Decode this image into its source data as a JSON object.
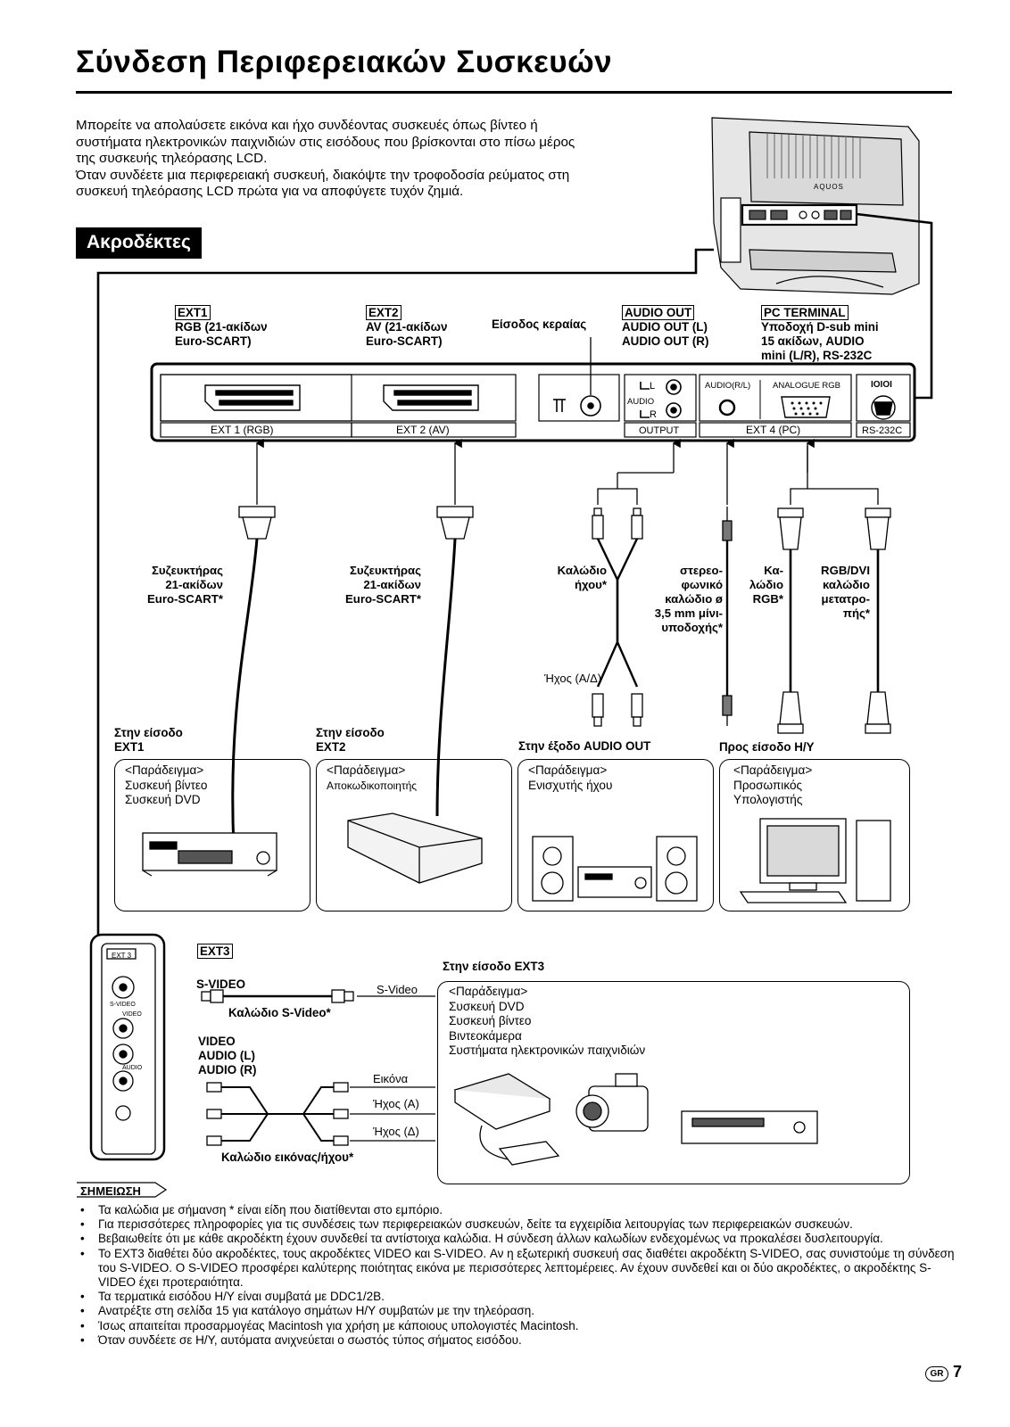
{
  "page": {
    "title": "Σύνδεση Περιφερειακών Συσκευών",
    "intro": [
      "Μπορείτε να απολαύσετε εικόνα και ήχο συνδέοντας συσκευές όπως βίντεο ή συστήματα ηλεκτρονικών παιχνιδιών στις εισόδους που βρίσκονται στο πίσω μέρος της συσκευής τηλεόρασης LCD.",
      "Όταν συνδέετε μια περιφερειακή συσκευή, διακόψτε την τροφοδοσία ρεύματος στη συσκευή τηλεόρασης LCD πρώτα για να αποφύγετε τυχόν ζημιά."
    ],
    "section_title": "Ακροδέκτες",
    "tv_brand": "AQUOS",
    "page_number": "7",
    "lang_badge": "GR"
  },
  "terminals": {
    "ext1": {
      "name": "EXT1",
      "l1": "RGB (21-ακίδων",
      "l2": "Euro-SCART)"
    },
    "ext2": {
      "name": "EXT2",
      "l1": "AV (21-ακίδων",
      "l2": "Euro-SCART)"
    },
    "antenna": "Είσοδος κεραίας",
    "audio_out": {
      "name": "AUDIO OUT",
      "l1": "AUDIO OUT (L)",
      "l2": "AUDIO OUT (R)"
    },
    "pc_terminal": {
      "name": "PC TERMINAL",
      "l1": "Υποδοχή D-sub mini",
      "l2": "15 ακίδων, AUDIO",
      "l3": "mini (L/R), RS-232C"
    }
  },
  "panel": {
    "ext1": "EXT 1 (RGB)",
    "ext2": "EXT 2 (AV)",
    "output": "OUTPUT",
    "ext4": "EXT 4 (PC)",
    "rs232c": "RS-232C",
    "audio_rl": "AUDIO(R/L)",
    "analogue_rgb": "ANALOGUE RGB",
    "audio": "AUDIO",
    "l": "L",
    "r": "R",
    "ioioi": "IOIOI"
  },
  "cables": {
    "scart1": [
      "Συζευκτήρας",
      "21-ακίδων",
      "Euro-SCART*"
    ],
    "scart2": [
      "Συζευκτήρας",
      "21-ακίδων",
      "Euro-SCART*"
    ],
    "audio": [
      "Καλώδιο",
      "ήχου*"
    ],
    "stereo": [
      "στερεο-",
      "φωνικό",
      "καλώδιο ø",
      "3,5 mm μίνι-",
      "υποδοχής*"
    ],
    "rgb": [
      "Κα-",
      "λώδιο",
      "RGB*"
    ],
    "rgbdvi": [
      "RGB/DVI",
      "καλώδιο",
      "μετατρο-",
      "πής*"
    ],
    "sound_lr": "Ήχος (Α/Δ)"
  },
  "destinations": {
    "ext1_in": [
      "Στην είσοδο",
      "EXT1"
    ],
    "ext2_in": [
      "Στην είσοδο",
      "EXT2"
    ],
    "audio_out": "Στην έξοδο AUDIO OUT",
    "pc_in": "Προς είσοδο Η/Υ"
  },
  "examples": {
    "ex1": [
      "<Παράδειγμα>",
      "Συσκευή βίντεο",
      "Συσκευή DVD"
    ],
    "ex2": [
      "<Παράδειγμα>",
      "Αποκωδικοποιητής"
    ],
    "ex3": [
      "<Παράδειγμα>",
      "Ενισχυτής ήχου"
    ],
    "ex4": [
      "<Παράδειγμα>",
      "Προσωπικός",
      "Υπολογιστής"
    ],
    "ex5": [
      "<Παράδειγμα>",
      "Συσκευή DVD",
      "Συσκευή βίντεο",
      "Βιντεοκάμερα",
      "Συστήματα ηλεκτρονικών παιχνιδιών"
    ]
  },
  "ext3": {
    "name": "EXT3",
    "panel_label": "EXT 3",
    "svideo": "S-VIDEO",
    "svideo_cable": "Καλώδιο S-Video*",
    "svideo_side": "S-Video",
    "video": "VIDEO",
    "audio_l": "AUDIO (L)",
    "audio_r": "AUDIO (R)",
    "av_cable": "Καλώδιο εικόνας/ήχου*",
    "image": "Εικόνα",
    "sound_a": "Ήχος (Α)",
    "sound_d": "Ήχος (Δ)",
    "to_input": "Στην είσοδο EXT3",
    "jack_svideo": "S-VIDEO",
    "jack_video": "VIDEO",
    "jack_audio": "AUDIO"
  },
  "notes": {
    "title": "ΣΗΜΕΙΩΣΗ",
    "items": [
      "Τα καλώδια με σήμανση * είναι είδη που διατίθενται στο εμπόριο.",
      "Για περισσότερες πληροφορίες για τις συνδέσεις των περιφερειακών συσκευών, δείτε τα εγχειρίδια λειτουργίας των περιφερειακών συσκευών.",
      "Βεβαιωθείτε ότι με κάθε ακροδέκτη έχουν συνδεθεί τα αντίστοιχα καλώδια. Η σύνδεση άλλων καλωδίων ενδεχομένως να προκαλέσει δυσλειτουργία.",
      "Το EXT3 διαθέτει δύο ακροδέκτες, τους ακροδέκτες VIDEO και S-VIDEO. Αν η εξωτερική συσκευή σας διαθέτει ακροδέκτη S-VIDEO, σας συνιστούμε τη σύνδεση του S-VIDEO. Ο S-VIDEO προσφέρει καλύτερης ποιότητας εικόνα με περισσότερες λεπτομέρειες. Αν έχουν συνδεθεί και οι δύο ακροδέκτες, ο ακροδέκτης S-VIDEO έχει προτεραιότητα.",
      "Τα τερματικά εισόδου Η/Υ είναι συμβατά με DDC1/2B.",
      "Ανατρέξτε στη σελίδα 15 για κατάλογο σημάτων Η/Υ συμβατών με την τηλεόραση.",
      "Ίσως απαιτείται προσαρμογέας Macintosh για χρήση με κάποιους υπολογιστές Macintosh.",
      "Όταν συνδέετε σε Η/Υ, αυτόματα ανιχνεύεται ο σωστός τύπος σήματος εισόδου."
    ]
  }
}
